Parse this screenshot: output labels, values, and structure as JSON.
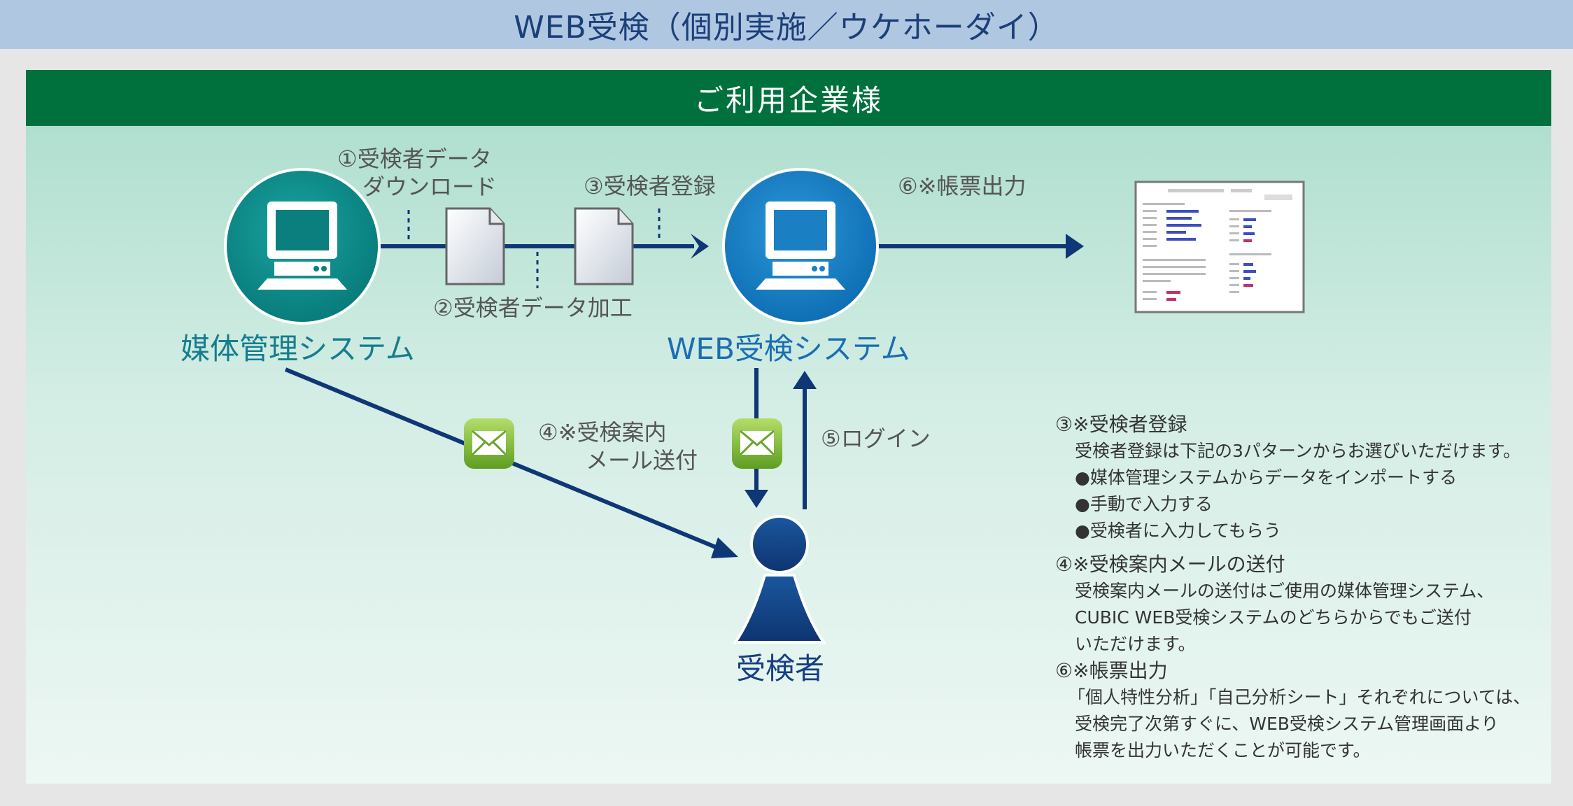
{
  "title": "WEB受検（個別実施／ウケホーダイ）",
  "header": "ご利用企業様",
  "systems": {
    "media": "媒体管理システム",
    "web": "WEB受検システム",
    "examinee": "受検者"
  },
  "steps": {
    "step1_line1": "①受検者データ",
    "step1_line2": "ダウンロード",
    "step2": "②受検者データ加工",
    "step3": "③受検者登録",
    "step4_line1": "④※受検案内",
    "step4_line2": "メール送付",
    "step5": "⑤ログイン",
    "step6": "⑥※帳票出力"
  },
  "notes": {
    "n3_title": "③※受検者登録",
    "n3_lines": [
      "受検者登録は下記の3パターンからお選びいただけます。",
      "●媒体管理システムからデータをインポートする",
      "●手動で入力する",
      "●受検者に入力してもらう"
    ],
    "n4_title": "④※受検案内メールの送付",
    "n4_lines": [
      "受検案内メールの送付はご使用の媒体管理システム、",
      "CUBIC WEB受検システムのどちらからでもご送付",
      "いただけます。"
    ],
    "n6_title": "⑥※帳票出力",
    "n6_lines": [
      "「個人特性分析」「自己分析シート」それぞれについては、",
      "受検完了次第すぐに、WEB受検システム管理画面より",
      "帳票を出力いただくことが可能です。"
    ]
  },
  "colors": {
    "title_bar": "#b0c7e2",
    "header_green": "#00713d",
    "arrow_navy": "#0f3675",
    "media_circle": "#0f8f8c",
    "web_circle": "#1b7fc4",
    "person": "#12407f",
    "mail_green": "#8bc53f"
  },
  "icons": [
    "computer-icon",
    "document-icon",
    "mail-icon",
    "person-icon",
    "report-thumbnail"
  ]
}
